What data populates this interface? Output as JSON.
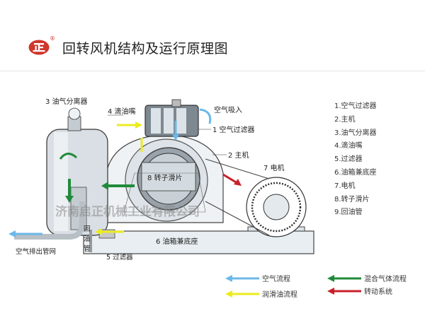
{
  "header": {
    "title": "回转风机结构及运行原理图",
    "logo_icon": "zheng-logo-icon",
    "registered_mark": "®",
    "brand_color": "#d0352b"
  },
  "diagram": {
    "labels": {
      "separator": "3 油气分离器",
      "drip_nozzle": "4 滴油嘴",
      "air_intake": "空气吸入",
      "air_filter": "1 空气过滤器",
      "main_unit": "2 主机",
      "motor": "7 电机",
      "rotor_vane": "8 转子滑片",
      "oil_tank_base": "6 油箱兼底座",
      "oil_filter": "5 过滤器",
      "return_pipe": "回油管",
      "air_outlet": "空气排出管网"
    },
    "watermark": "济南启正机械工业有限公司"
  },
  "legend_list": [
    "1.空气过滤器",
    "2.主机",
    "3.油气分离器",
    "4.滴油嘴",
    "5.过滤器",
    "6.油箱兼底座",
    "7.电机",
    "8.转子滑片",
    "9.回油管"
  ],
  "flow_legend": {
    "air": {
      "label": "空气流程",
      "color": "#6cb8e8"
    },
    "mixed": {
      "label": "混合气体流程",
      "color": "#1f8a3a"
    },
    "oil": {
      "label": "润滑油流程",
      "color": "#ecec1e"
    },
    "drive": {
      "label": "转动系统",
      "color": "#c8202a"
    }
  }
}
